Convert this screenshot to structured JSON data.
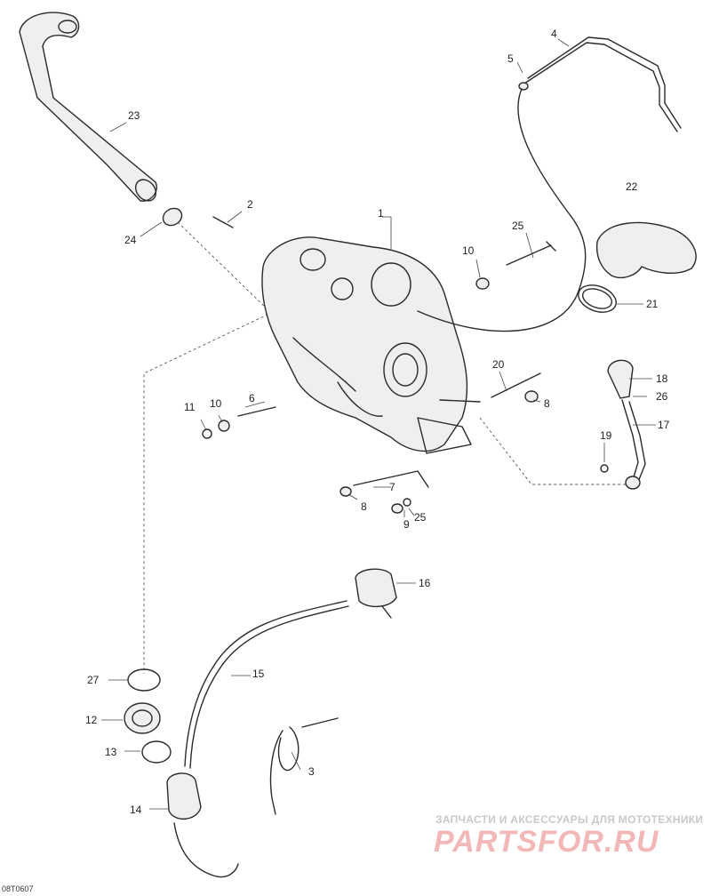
{
  "callouts": [
    {
      "id": "c1",
      "text": "1"
    },
    {
      "id": "c2",
      "text": "2"
    },
    {
      "id": "c3",
      "text": "3"
    },
    {
      "id": "c4",
      "text": "4"
    },
    {
      "id": "c5",
      "text": "5"
    },
    {
      "id": "c6",
      "text": "6"
    },
    {
      "id": "c7",
      "text": "7"
    },
    {
      "id": "c8a",
      "text": "8"
    },
    {
      "id": "c8b",
      "text": "8"
    },
    {
      "id": "c9",
      "text": "9"
    },
    {
      "id": "c10a",
      "text": "10"
    },
    {
      "id": "c10b",
      "text": "10"
    },
    {
      "id": "c11",
      "text": "11"
    },
    {
      "id": "c12",
      "text": "12"
    },
    {
      "id": "c13",
      "text": "13"
    },
    {
      "id": "c14",
      "text": "14"
    },
    {
      "id": "c15",
      "text": "15"
    },
    {
      "id": "c16",
      "text": "16"
    },
    {
      "id": "c17",
      "text": "17"
    },
    {
      "id": "c18",
      "text": "18"
    },
    {
      "id": "c19",
      "text": "19"
    },
    {
      "id": "c20",
      "text": "20"
    },
    {
      "id": "c21",
      "text": "21"
    },
    {
      "id": "c22",
      "text": "22"
    },
    {
      "id": "c23",
      "text": "23"
    },
    {
      "id": "c24",
      "text": "24"
    },
    {
      "id": "c25a",
      "text": "25"
    },
    {
      "id": "c25b",
      "text": "25"
    },
    {
      "id": "c26",
      "text": "26"
    },
    {
      "id": "c27",
      "text": "27"
    }
  ],
  "watermark": {
    "tagline": "ЗАПЧАСТИ И АКСЕССУАРЫ ДЛЯ МОТОТЕХНИКИ",
    "logo": "PARTSFOR.RU",
    "color": "#f2b8b8"
  },
  "drawing_code": "08T0607"
}
